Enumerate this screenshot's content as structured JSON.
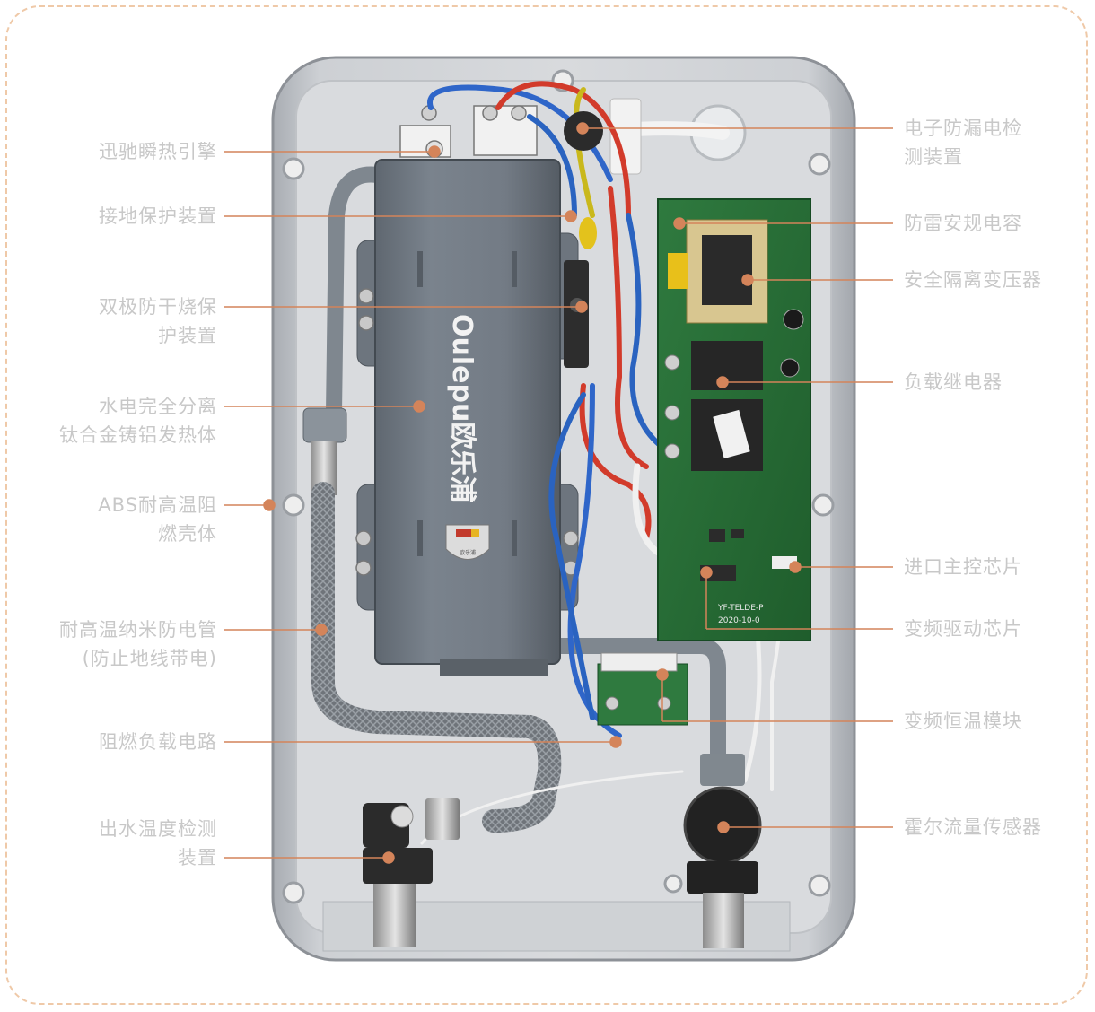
{
  "brand": {
    "logo_text": "Oulepu欧乐浦",
    "badge_text": "欧乐浦",
    "board_print_1": "YF-TELDE-P",
    "board_print_2": "2020-10-0"
  },
  "colors": {
    "background": "#ffffff",
    "label_text": "#c8c8c8",
    "leader_line": "#d4845a",
    "border_dashed": "#efc9a8"
  },
  "callouts_left": [
    {
      "lines": [
        "迅驰瞬热引擎"
      ]
    },
    {
      "lines": [
        "接地保护装置"
      ]
    },
    {
      "lines": [
        "双极防干烧保",
        "护装置"
      ]
    },
    {
      "lines": [
        "水电完全分离",
        "钛合金铸铝发热体"
      ]
    },
    {
      "lines": [
        "ABS耐高温阻",
        "燃壳体"
      ]
    },
    {
      "lines": [
        "耐高温纳米防电管",
        "(防止地线带电)"
      ]
    },
    {
      "lines": [
        "阻燃负载电路"
      ]
    },
    {
      "lines": [
        "出水温度检测",
        "装置"
      ]
    }
  ],
  "callouts_right": [
    {
      "lines": [
        "电子防漏电检",
        "测装置"
      ]
    },
    {
      "lines": [
        "防雷安规电容"
      ]
    },
    {
      "lines": [
        "安全隔离变压器"
      ]
    },
    {
      "lines": [
        "负载继电器"
      ]
    },
    {
      "lines": [
        "进口主控芯片"
      ]
    },
    {
      "lines": [
        "变频驱动芯片"
      ]
    },
    {
      "lines": [
        "变频恒温模块"
      ]
    },
    {
      "lines": [
        "霍尔流量传感器"
      ]
    }
  ]
}
